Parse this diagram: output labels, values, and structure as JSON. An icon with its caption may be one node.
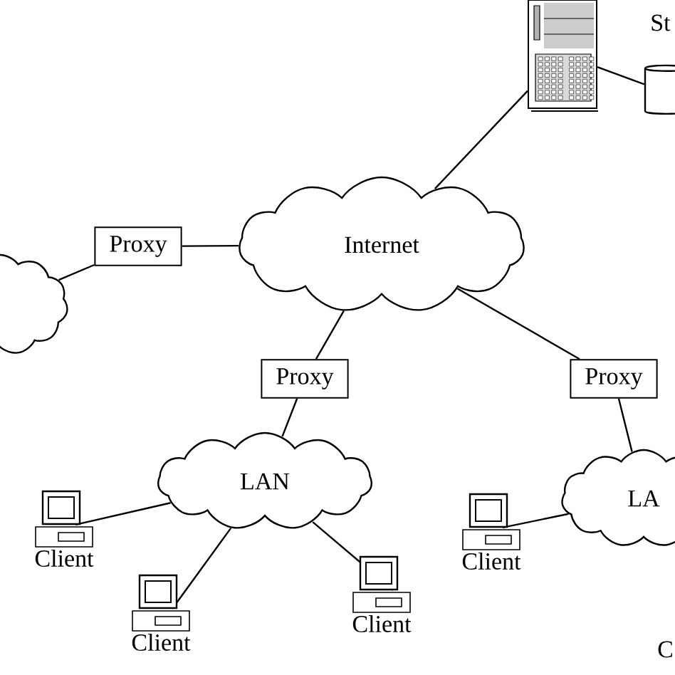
{
  "diagram": {
    "nodes": [
      {
        "text": [],
        "shape": "picture"
      },
      {
        "text": [],
        "shape": "cylinder"
      },
      {
        "text": [
          "Internet"
        ]
      },
      {
        "text": [
          "Proxy"
        ]
      },
      {
        "text": [],
        "shape": "cloud"
      },
      {
        "text": [
          "Proxy"
        ]
      },
      {
        "text": [
          "Proxy"
        ]
      },
      {
        "text": [
          "LAN"
        ]
      },
      {
        "text": [
          "LA"
        ]
      },
      {
        "text": [
          "Client"
        ]
      },
      {
        "text": [
          "Client"
        ]
      },
      {
        "text": [
          "Client"
        ]
      },
      {
        "text": [
          "Client"
        ]
      }
    ],
    "edges": [
      {
        "from": 0,
        "to": 1,
        "arrow": "none"
      },
      {
        "from": 0,
        "to": 2,
        "arrow": "none"
      },
      {
        "from": 3,
        "to": 2,
        "arrow": "none"
      },
      {
        "from": 4,
        "to": 3,
        "arrow": "none"
      },
      {
        "from": 2,
        "to": 5,
        "arrow": "none"
      },
      {
        "from": 5,
        "to": 7,
        "arrow": "none"
      },
      {
        "from": 2,
        "to": 6,
        "arrow": "none"
      },
      {
        "from": 6,
        "to": 8,
        "arrow": "none"
      },
      {
        "from": 7,
        "to": 9,
        "arrow": "none"
      },
      {
        "from": 7,
        "to": 10,
        "arrow": "none"
      },
      {
        "from": 7,
        "to": 11,
        "arrow": "none"
      },
      {
        "from": 8,
        "to": 12,
        "arrow": "none"
      }
    ],
    "labels": [
      "St",
      "C"
    ]
  }
}
